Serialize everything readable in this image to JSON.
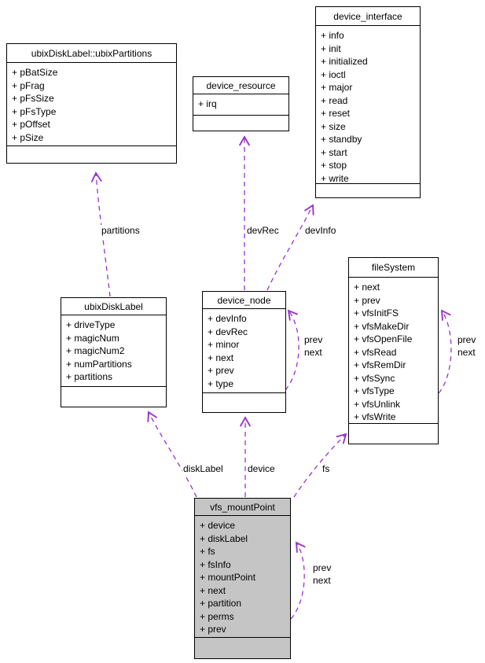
{
  "colors": {
    "edge": "#9a32cd",
    "highlight_fill": "#c5c5c5",
    "box_fill": "#ffffff",
    "border": "#000000"
  },
  "classes": [
    {
      "name": "ubixDiskLabel::ubixPartitions",
      "fields": [
        "+ pBatSize",
        "+ pFrag",
        "+ pFsSize",
        "+ pFsType",
        "+ pOffset",
        "+ pSize"
      ]
    },
    {
      "name": "device_resource",
      "fields": [
        "+ irq"
      ]
    },
    {
      "name": "device_interface",
      "fields": [
        "+ info",
        "+ init",
        "+ initialized",
        "+ ioctl",
        "+ major",
        "+ read",
        "+ reset",
        "+ size",
        "+ standby",
        "+ start",
        "+ stop",
        "+ write"
      ]
    },
    {
      "name": "ubixDiskLabel",
      "fields": [
        "+ driveType",
        "+ magicNum",
        "+ magicNum2",
        "+ numPartitions",
        "+ partitions"
      ]
    },
    {
      "name": "device_node",
      "fields": [
        "+ devInfo",
        "+ devRec",
        "+ minor",
        "+ next",
        "+ prev",
        "+ type"
      ]
    },
    {
      "name": "fileSystem",
      "fields": [
        "+ next",
        "+ prev",
        "+ vfsInitFS",
        "+ vfsMakeDir",
        "+ vfsOpenFile",
        "+ vfsRead",
        "+ vfsRemDir",
        "+ vfsSync",
        "+ vfsType",
        "+ vfsUnlink",
        "+ vfsWrite"
      ]
    },
    {
      "name": "vfs_mountPoint",
      "highlighted": true,
      "fields": [
        "+ device",
        "+ diskLabel",
        "+ fs",
        "+ fsInfo",
        "+ mountPoint",
        "+ next",
        "+ partition",
        "+ perms",
        "+ prev"
      ]
    }
  ],
  "edges": [
    {
      "from": "ubixDiskLabel",
      "to": "ubixDiskLabel::ubixPartitions",
      "label": "partitions"
    },
    {
      "from": "device_node",
      "to": "device_resource",
      "label": "devRec"
    },
    {
      "from": "device_node",
      "to": "device_interface",
      "label": "devInfo"
    },
    {
      "from": "device_node",
      "to": "device_node",
      "labels": [
        "prev",
        "next"
      ]
    },
    {
      "from": "fileSystem",
      "to": "fileSystem",
      "labels": [
        "prev",
        "next"
      ]
    },
    {
      "from": "vfs_mountPoint",
      "to": "ubixDiskLabel",
      "label": "diskLabel"
    },
    {
      "from": "vfs_mountPoint",
      "to": "device_node",
      "label": "device"
    },
    {
      "from": "vfs_mountPoint",
      "to": "fileSystem",
      "label": "fs"
    },
    {
      "from": "vfs_mountPoint",
      "to": "vfs_mountPoint",
      "labels": [
        "prev",
        "next"
      ]
    }
  ]
}
